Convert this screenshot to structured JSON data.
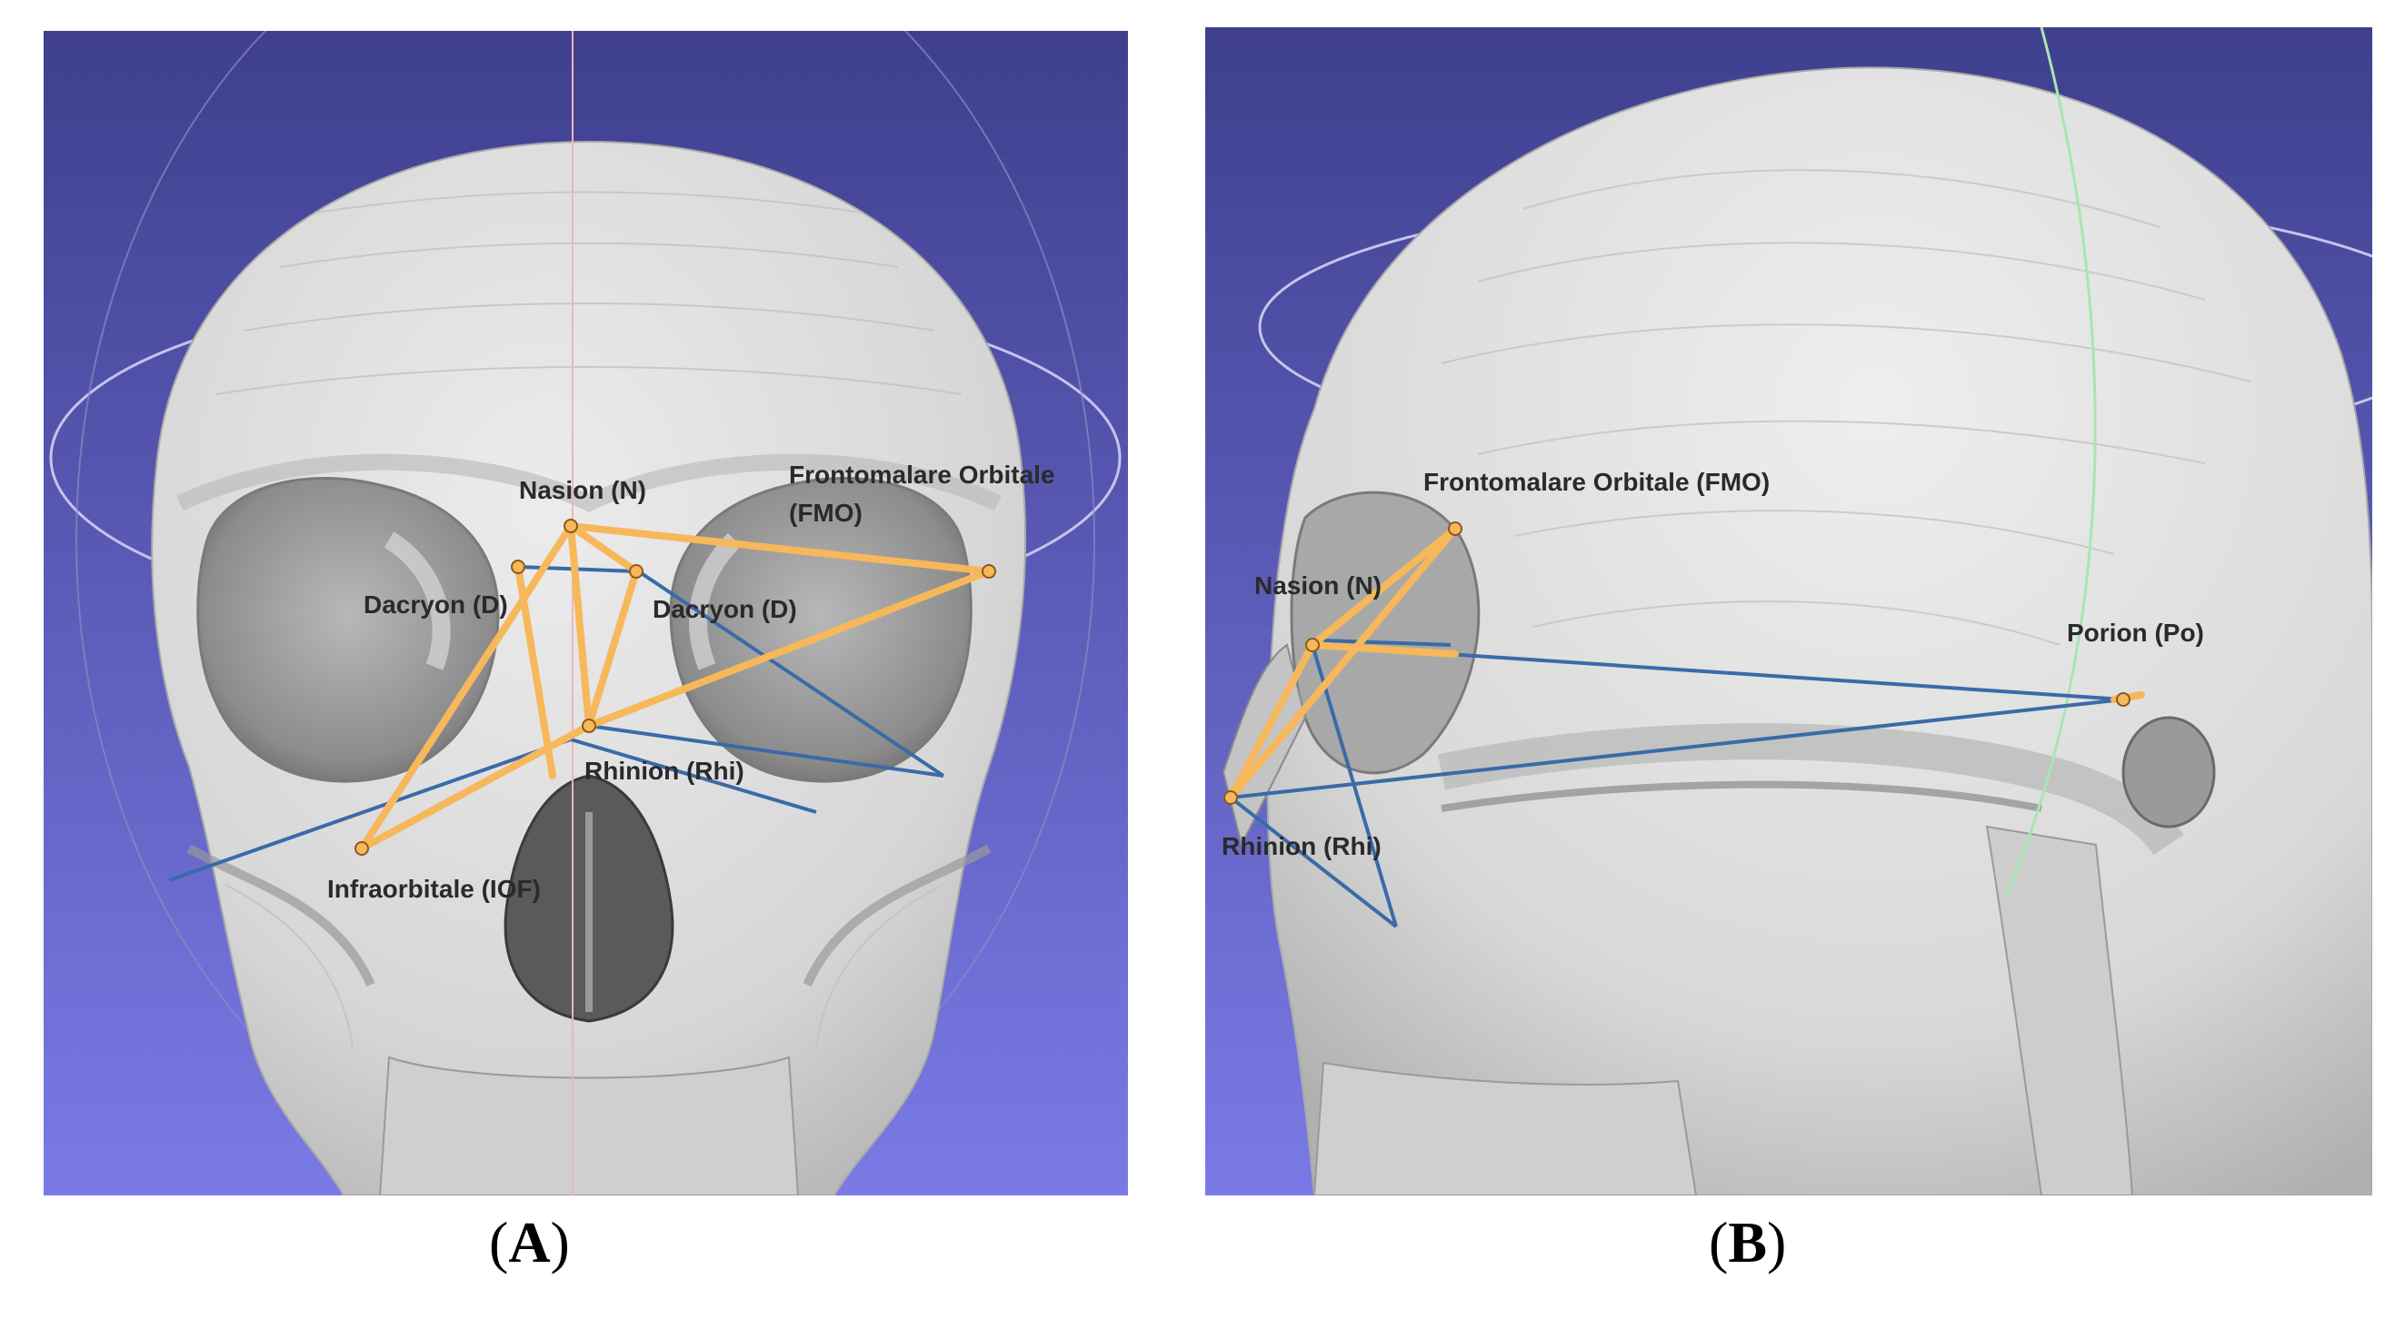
{
  "colors": {
    "background_top": "#3f3f8e",
    "background_bottom": "#7a7ae6",
    "bone": "#e2e2e2",
    "bone_shadow": "#9a9a9a",
    "measure_primary": "#f6b85a",
    "measure_secondary": "#3a6aa8",
    "axis_red": "#f4b4b4",
    "axis_green": "#a8e6b0",
    "orbit_ring": "#c4c4ec"
  },
  "panel_a": {
    "caption_open": "(",
    "caption_letter": "A",
    "caption_close": ")",
    "labels": {
      "nasion": "Nasion (N)",
      "fmo_line1": "Frontomalare Orbitale",
      "fmo_line2": "(FMO)",
      "dacryon_left": "Dacryon (D)",
      "dacryon_right": "Dacryon (D)",
      "rhinion": "Rhinion (Rhi)",
      "infraorbitale": "Infraorbitale (IOF)"
    }
  },
  "panel_b": {
    "caption_open": "(",
    "caption_letter": "B",
    "caption_close": ")",
    "labels": {
      "fmo": "Frontomalare Orbitale (FMO)",
      "nasion": "Nasion (N)",
      "porion": "Porion (Po)",
      "rhinion": "Rhinion (Rhi)"
    }
  }
}
